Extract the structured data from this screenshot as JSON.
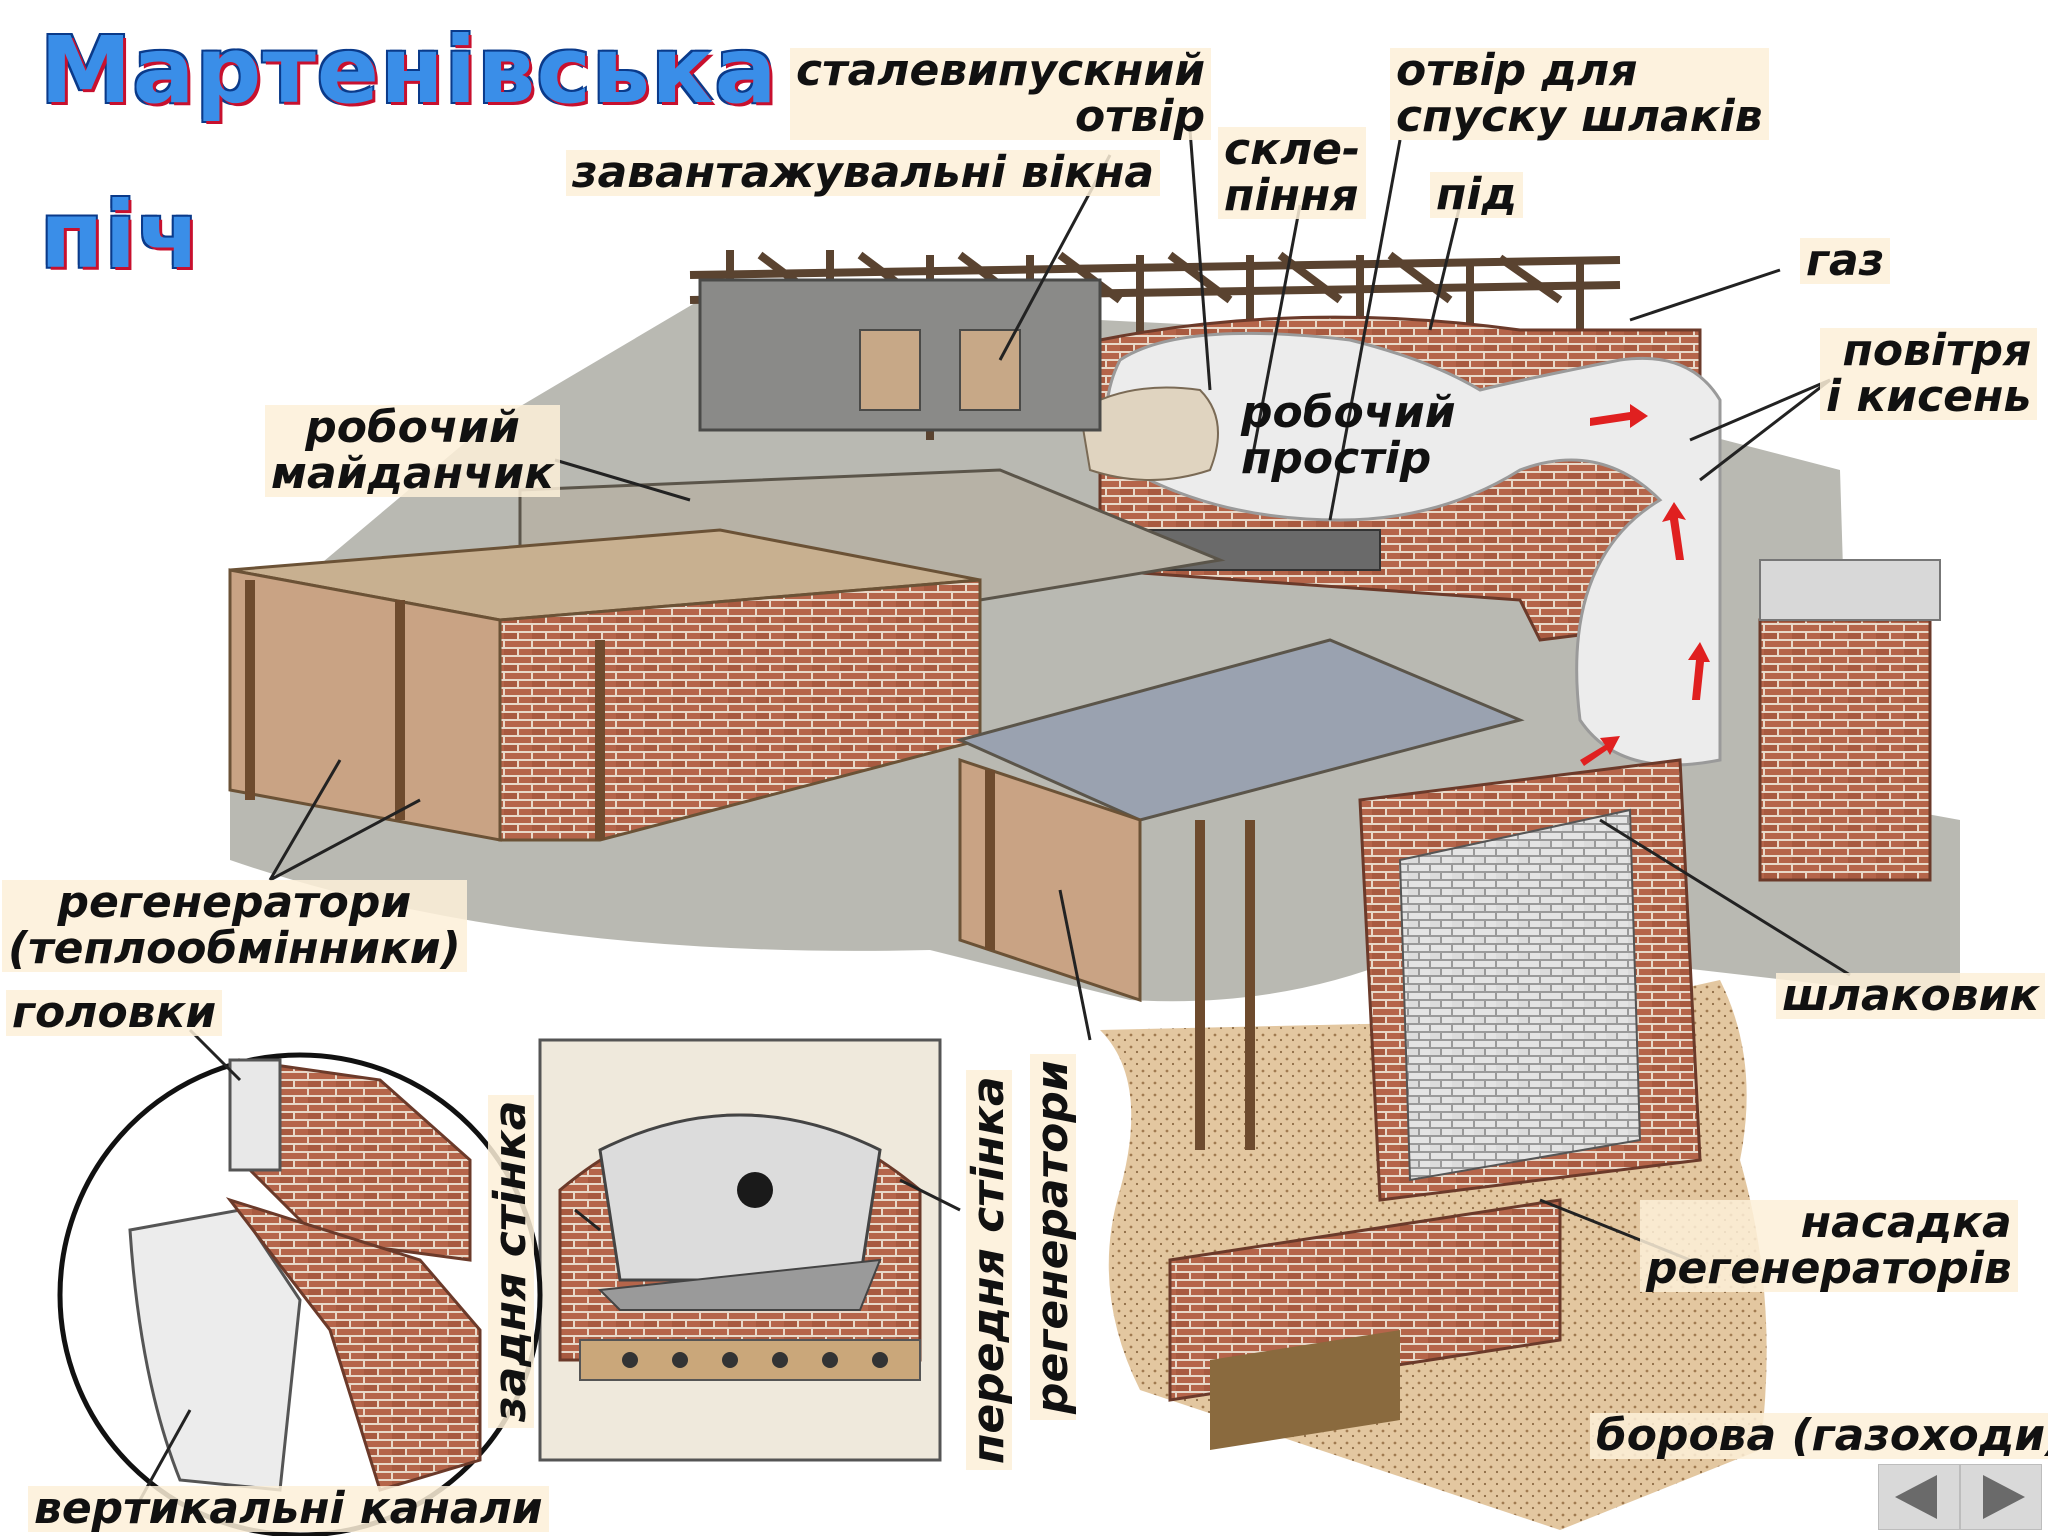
{
  "title": {
    "line1": "Мартенівська",
    "line2": "піч"
  },
  "labels": {
    "steel_tap": {
      "line1": "сталевипускний",
      "line2": "отвір"
    },
    "slag_hole": {
      "line1": "отвір для",
      "line2": "спуску шлаків"
    },
    "loading_windows": "завантажувальні вікна",
    "vault": {
      "line1": "скле-",
      "line2": "піння"
    },
    "hearth": "під",
    "gas": "газ",
    "air_oxygen": {
      "line1": "повітря",
      "line2": "і кисень"
    },
    "work_space": {
      "line1": "робочий",
      "line2": "простір"
    },
    "work_platform": {
      "line1": "робочий",
      "line2": "майданчик"
    },
    "regenerators_heat": {
      "line1": "регенератори",
      "line2": "(теплообмінники)"
    },
    "heads": "головки",
    "slag_pocket": "шлаковик",
    "back_wall": "задня стінка",
    "front_wall": "передня стінка",
    "regenerators": "регенератори",
    "checker": {
      "line1": "насадка",
      "line2": "регенераторів"
    },
    "flues": "борова (газоходи)",
    "vertical_channels": "вертикальні канали"
  },
  "colors": {
    "brick": "#b5654a",
    "mortar": "#e8d8c8",
    "frame": "#7a5a3e",
    "ground": "#b8b8b0",
    "earth": "#d9b894",
    "flame": "#e6e6e6",
    "flow_arrow": "#e02020",
    "label_bg": "#fdf0d8"
  },
  "icons": {
    "prev": "triangle-left-icon",
    "next": "triangle-right-icon"
  }
}
